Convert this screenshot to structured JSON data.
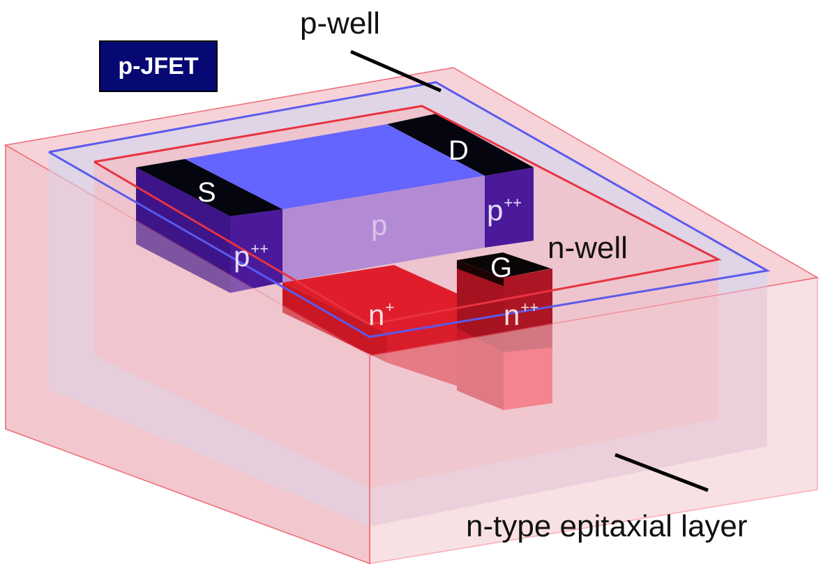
{
  "badge": {
    "text": "p-JFET"
  },
  "labels": {
    "p_well": "p-well",
    "n_well": "n-well",
    "epi_layer": "n-type epitaxial layer",
    "source": "S",
    "drain": "D",
    "gate": "G",
    "channel": "p",
    "source_implant": {
      "base": "p",
      "sup": "++"
    },
    "drain_implant": {
      "base": "p",
      "sup": "++"
    },
    "gate_link_implant": {
      "base": "n",
      "sup": "+"
    },
    "gate_implant": {
      "base": "n",
      "sup": "++"
    }
  },
  "colors": {
    "p_doping": "#6464ff",
    "p_plus_plus": "#3e0f88",
    "n_doping": "#ee2233",
    "contact": "#050510",
    "epi_layer": "#f4c9cf",
    "p_well_outline": "#5a5aee",
    "n_well_outline": "#e83340",
    "badge": "#060874"
  }
}
